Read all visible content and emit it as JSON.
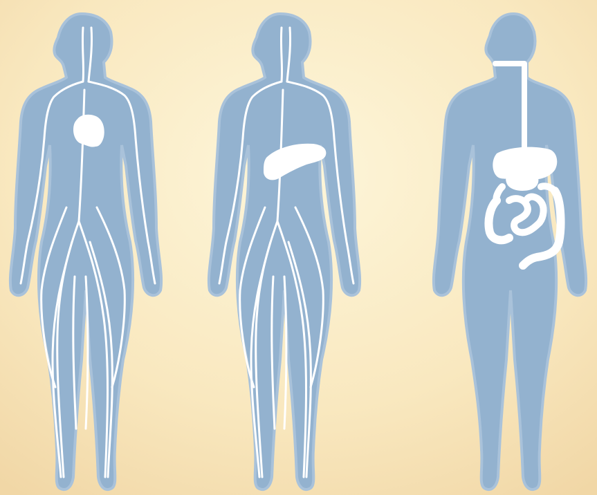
{
  "colors": {
    "background_light": "#fdf5d8",
    "background_warm": "#f3dcae",
    "body": "#93b2cf",
    "body_edge": "#a9c2da",
    "organ": "#ffffff",
    "vessel": "#ffffff"
  },
  "figures": [
    {
      "id": "circulatory",
      "organ": "heart-icon",
      "vessels": true
    },
    {
      "id": "spleen",
      "organ": "spleen-icon",
      "vessels": true
    },
    {
      "id": "digestive",
      "organ": "digestive-tract-icon",
      "vessels": false
    }
  ]
}
